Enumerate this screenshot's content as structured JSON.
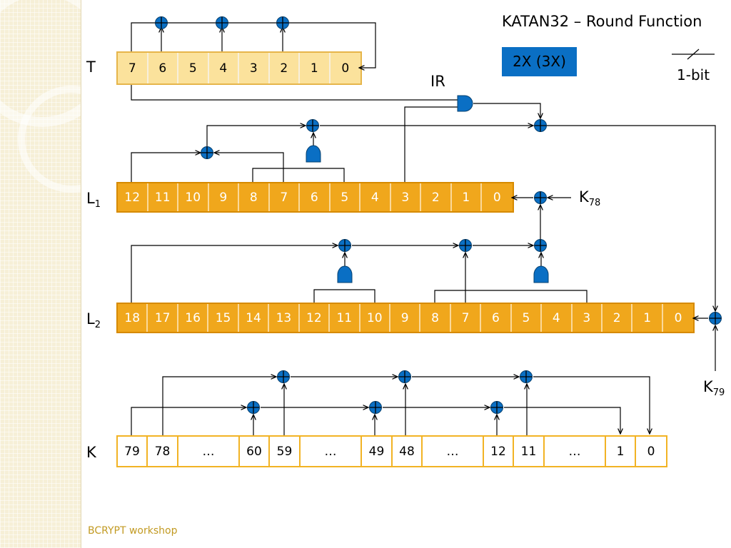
{
  "title": "KATAN32 – Round Function",
  "badge": "2X (3X)",
  "legend_label": "1-bit",
  "ir_label": "IR",
  "footer": "BCRYPT workshop",
  "labels": {
    "T": "T",
    "L1": {
      "base": "L",
      "sub": "1"
    },
    "L2": {
      "base": "L",
      "sub": "2"
    },
    "K": "K",
    "K78": {
      "base": "K",
      "sub": "78"
    },
    "K79": {
      "base": "K",
      "sub": "79"
    }
  },
  "registers": {
    "T": [
      "7",
      "6",
      "5",
      "4",
      "3",
      "2",
      "1",
      "0"
    ],
    "L1": [
      "12",
      "11",
      "10",
      "9",
      "8",
      "7",
      "6",
      "5",
      "4",
      "3",
      "2",
      "1",
      "0"
    ],
    "L2": [
      "18",
      "17",
      "16",
      "15",
      "14",
      "13",
      "12",
      "11",
      "10",
      "9",
      "8",
      "7",
      "6",
      "5",
      "4",
      "3",
      "2",
      "1",
      "0"
    ],
    "K": [
      "79",
      "78",
      "…",
      "60",
      "59",
      "…",
      "49",
      "48",
      "…",
      "12",
      "11",
      "…",
      "1",
      "0"
    ]
  },
  "colors": {
    "gate_blue": "#0a6fc4",
    "register_orange": "#f0a71c",
    "register_light": "#fbe29c",
    "key_border": "#f2b324",
    "footer": "#c29a22"
  }
}
